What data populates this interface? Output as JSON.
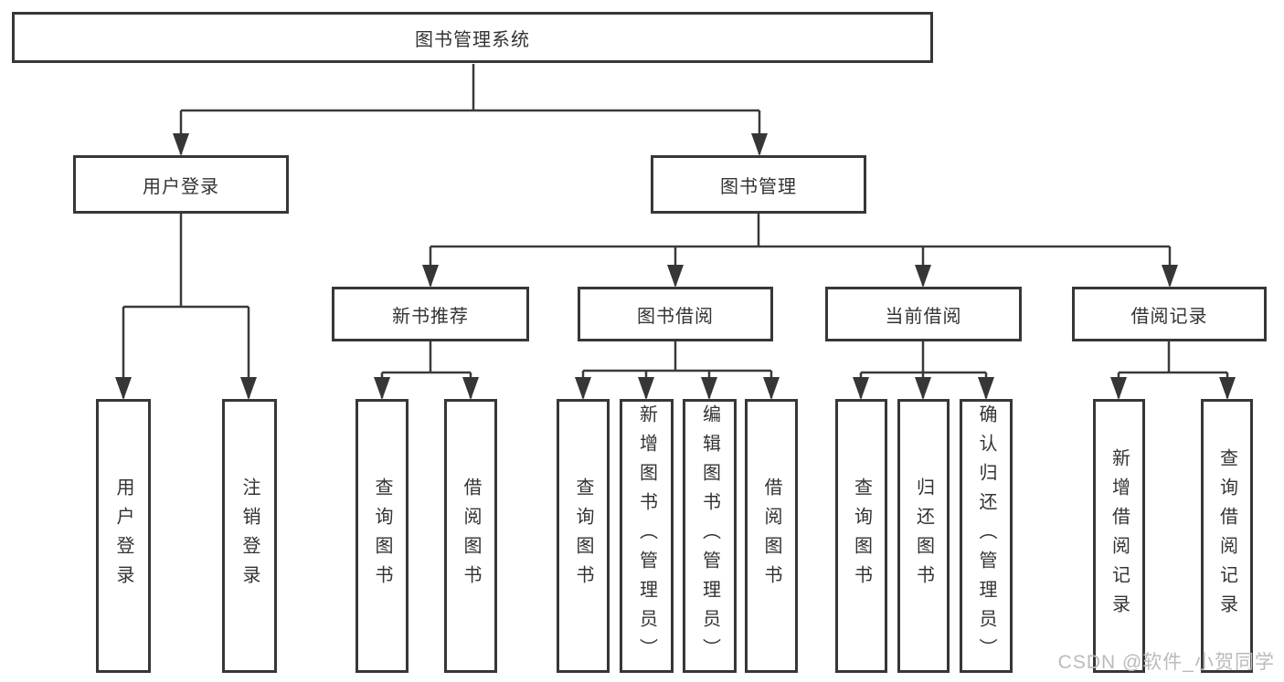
{
  "watermark": "CSDN @软件_小贺同学",
  "diagram": {
    "root": "图书管理系统",
    "branches": [
      {
        "label": "用户登录",
        "children": [
          "用户登录",
          "注销登录"
        ]
      },
      {
        "label": "图书管理",
        "children": [
          {
            "label": "新书推荐",
            "children": [
              "查询图书",
              "借阅图书"
            ]
          },
          {
            "label": "图书借阅",
            "children": [
              "查询图书",
              "新增图书（管理员）",
              "编辑图书（管理员）",
              "借阅图书"
            ]
          },
          {
            "label": "当前借阅",
            "children": [
              "查询图书",
              "归还图书",
              "确认归还（管理员）"
            ]
          },
          {
            "label": "借阅记录",
            "children": [
              "新增借阅记录",
              "查询借阅记录"
            ]
          }
        ]
      }
    ]
  }
}
